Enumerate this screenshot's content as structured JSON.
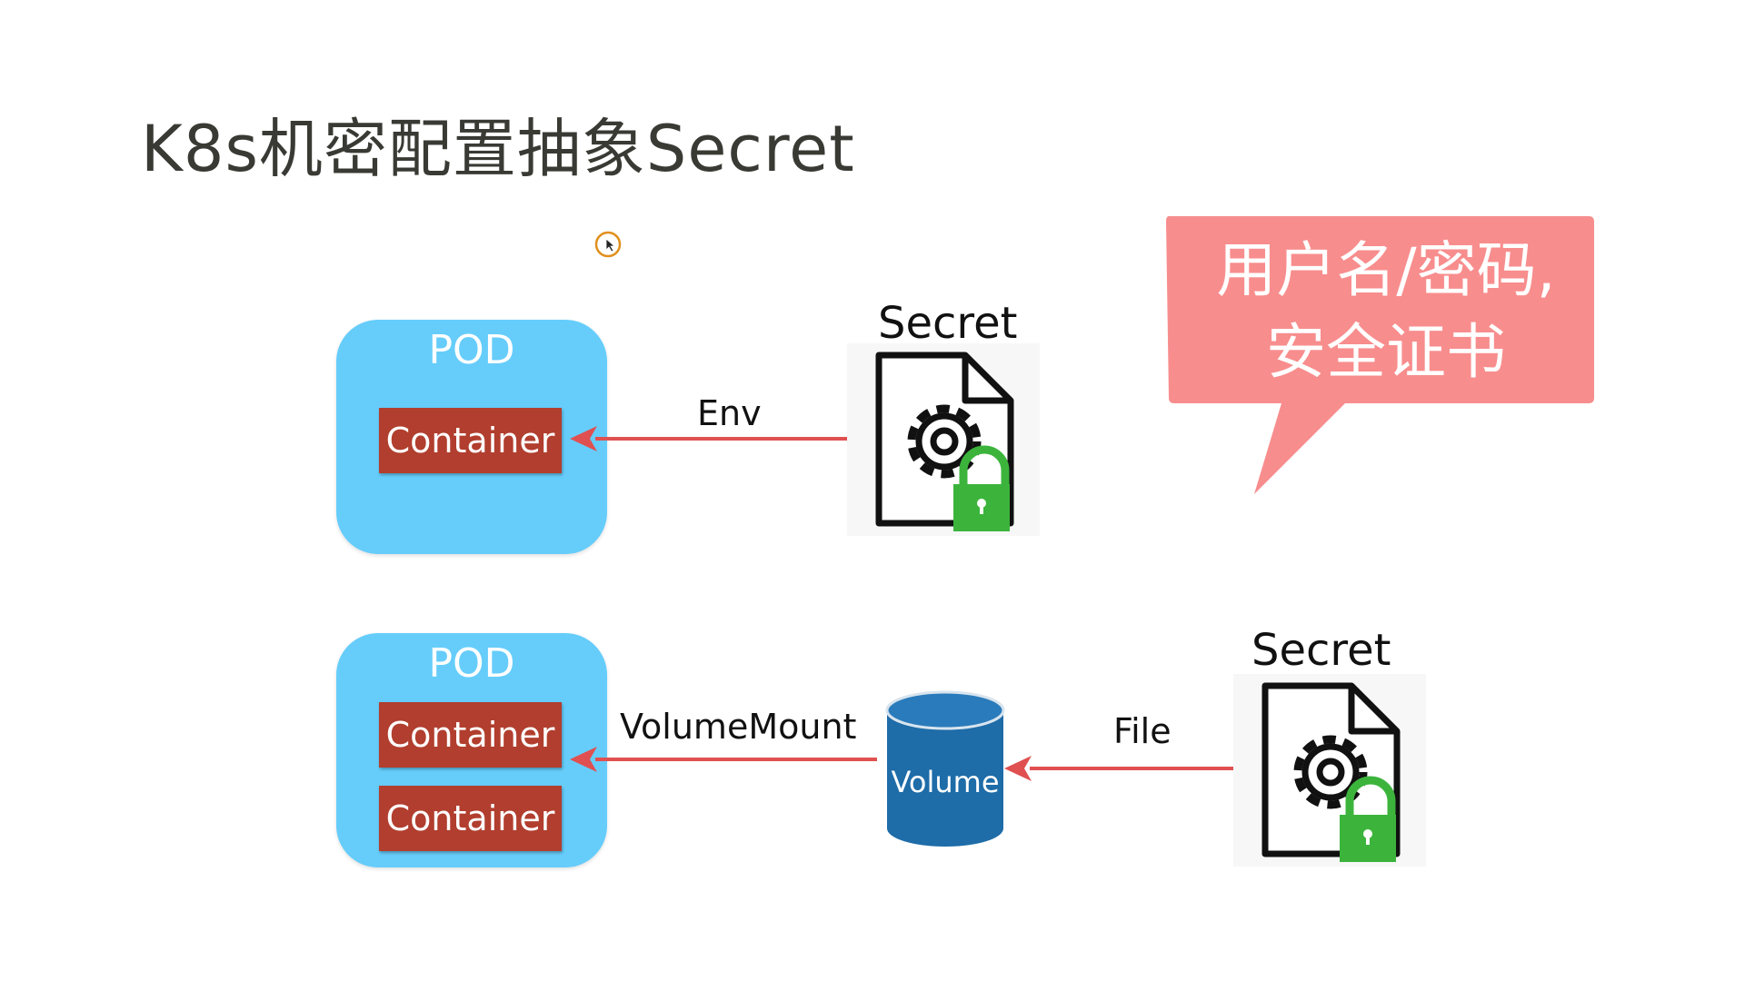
{
  "title": "K8s机密配置抽象Secret",
  "callout": {
    "line1": "用户名/密码,",
    "line2": "安全证书"
  },
  "pod_top": {
    "label": "POD",
    "containers": [
      "Container"
    ]
  },
  "pod_bottom": {
    "label": "POD",
    "containers": [
      "Container",
      "Container"
    ]
  },
  "arrows": {
    "env": "Env",
    "volume_mount": "VolumeMount",
    "file": "File"
  },
  "secret_top": {
    "label": "Secret"
  },
  "secret_bottom": {
    "label": "Secret"
  },
  "volume": {
    "label": "Volume"
  },
  "colors": {
    "pod": "#66cdfb",
    "container": "#b13e2e",
    "arrow": "#e05050",
    "callout": "#f88d8d",
    "lock": "#3cb43c",
    "volume": "#1e6ca8"
  },
  "icons": [
    "secret-file-icon",
    "gear-icon",
    "lock-icon",
    "database-icon",
    "cursor-icon"
  ]
}
